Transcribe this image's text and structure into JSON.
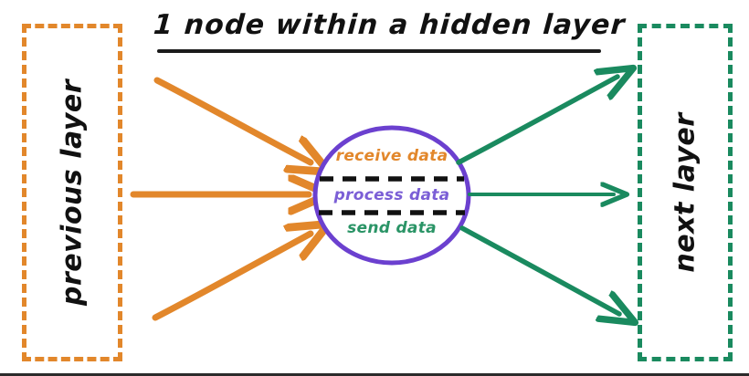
{
  "diagram": {
    "title": "1 node within a hidden layer",
    "colors": {
      "orange": "#E2872B",
      "green": "#1A8A5F",
      "green_text": "#2A9466",
      "purple_stroke": "#6B40CF",
      "purple_text": "#7B5FD6",
      "black": "#111111",
      "background": "#FFFFFF"
    },
    "left_layer": {
      "label": "previous layer",
      "border_color": "#E2872B",
      "border_style": "dashed"
    },
    "right_layer": {
      "label": "next layer",
      "border_color": "#1A8A5F",
      "border_style": "dashed"
    },
    "node": {
      "outline_color": "#6B40CF",
      "divider_style": "dashed-black",
      "sections": [
        {
          "key": "receive",
          "label": "receive data",
          "color": "#E2872B"
        },
        {
          "key": "process",
          "label": "process data",
          "color": "#7B5FD6"
        },
        {
          "key": "send",
          "label": "send data",
          "color": "#2A9466"
        }
      ]
    },
    "incoming_arrows": {
      "count": 3,
      "color": "#E2872B",
      "description": "three orange arrows from previous layer into the node"
    },
    "outgoing_arrows": {
      "count": 3,
      "color": "#1A8A5F",
      "description": "three green arrows from the node into the next layer"
    }
  }
}
